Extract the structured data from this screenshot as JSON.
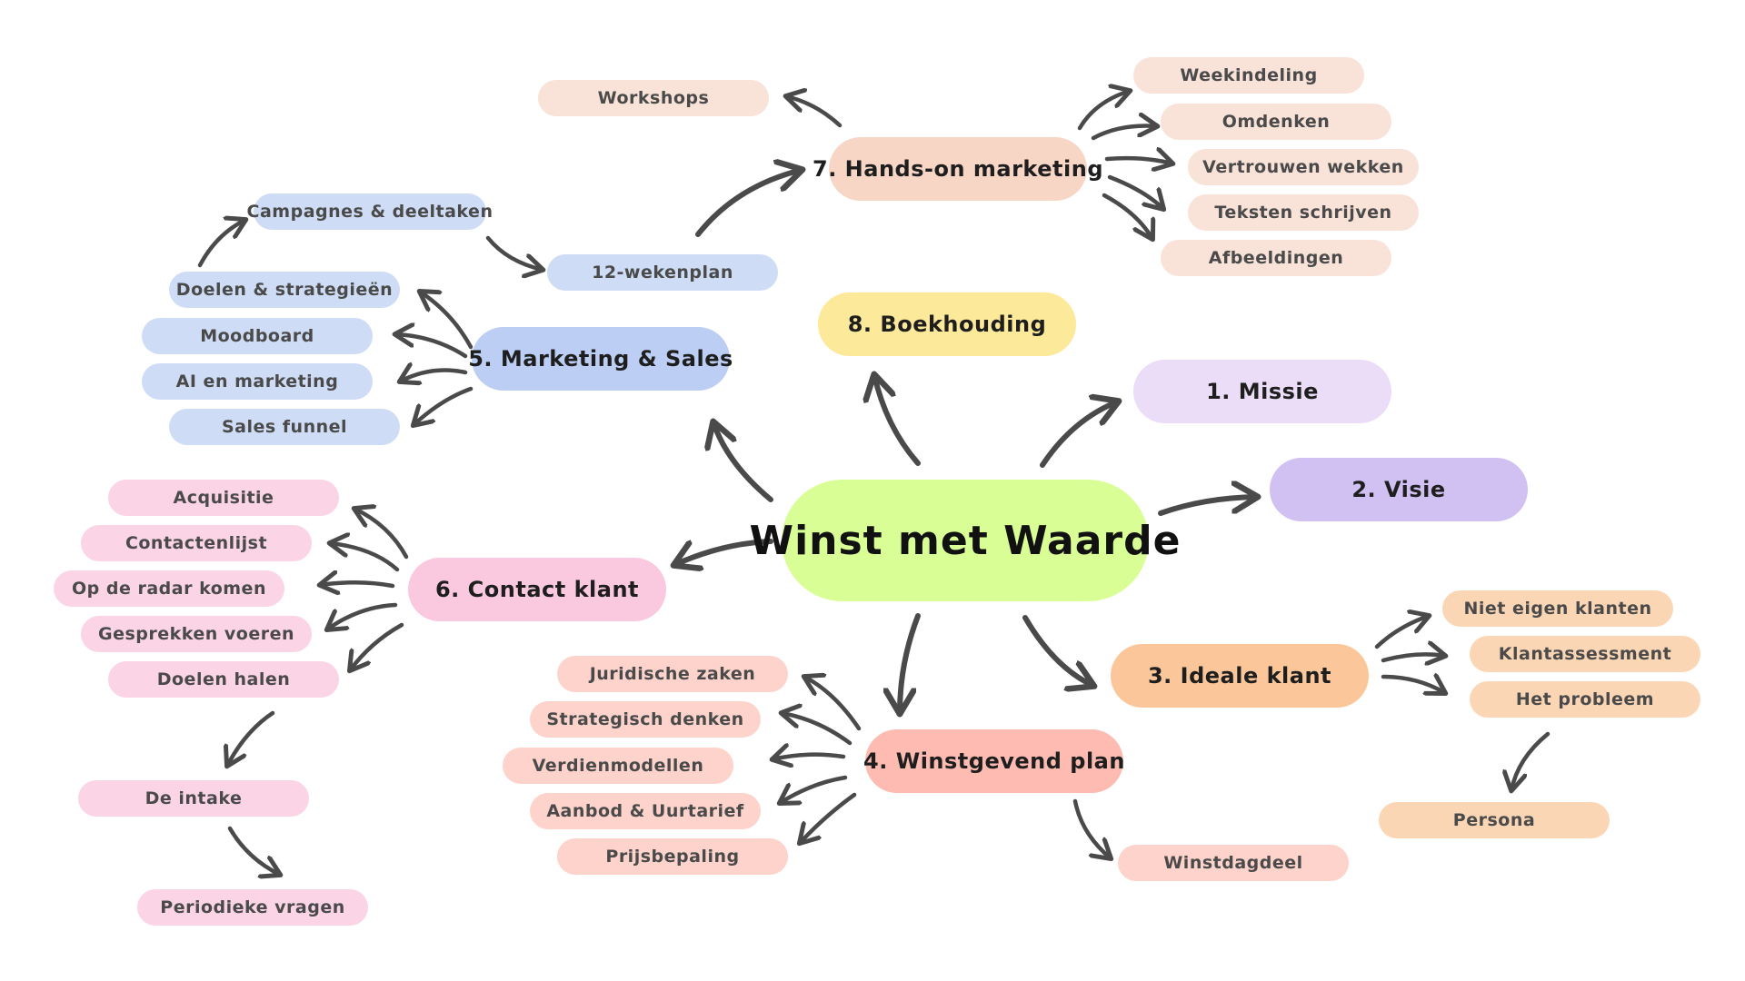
{
  "center": "Winst met Waarde",
  "branches": {
    "missie": "1. Missie",
    "visie": "2. Visie",
    "ideale_klant": "3. Ideale klant",
    "winstgevend_plan": "4. Winstgevend plan",
    "marketing_sales": "5. Marketing & Sales",
    "contact_klant": "6. Contact klant",
    "hands_on_marketing": "7. Hands-on marketing",
    "boekhouding": "8. Boekhouding"
  },
  "ideale_klant_items": [
    "Niet eigen klanten",
    "Klantassessment",
    "Het probleem",
    "Persona"
  ],
  "winstgevend_plan_items": [
    "Juridische zaken",
    "Strategisch denken",
    "Verdienmodellen",
    "Aanbod & Uurtarief",
    "Prijsbepaling",
    "Winstdagdeel"
  ],
  "marketing_sales_items": [
    "Doelen & strategieën",
    "Moodboard",
    "AI en marketing",
    "Sales funnel",
    "Campagnes & deeltaken",
    "12-wekenplan"
  ],
  "contact_klant_items": [
    "Acquisitie",
    "Contactenlijst",
    "Op de radar komen",
    "Gesprekken voeren",
    "Doelen halen",
    "De intake",
    "Periodieke vragen"
  ],
  "hands_on_items": [
    "Workshops",
    "Weekindeling",
    "Omdenken",
    "Vertrouwen wekken",
    "Teksten schrijven",
    "Afbeeldingen"
  ],
  "colors": {
    "center": "#dafe96",
    "missie": "#ebdcf7",
    "visie": "#d1c1f3",
    "ideale_klant": "#fbc79a",
    "winstgevend_plan": "#fdbbb1",
    "marketing_sales": "#bccef4",
    "contact_klant": "#fbc9df",
    "hands_on_marketing": "#f8d6c6",
    "boekhouding": "#fde99a",
    "arrow": "#4a4a4a"
  }
}
